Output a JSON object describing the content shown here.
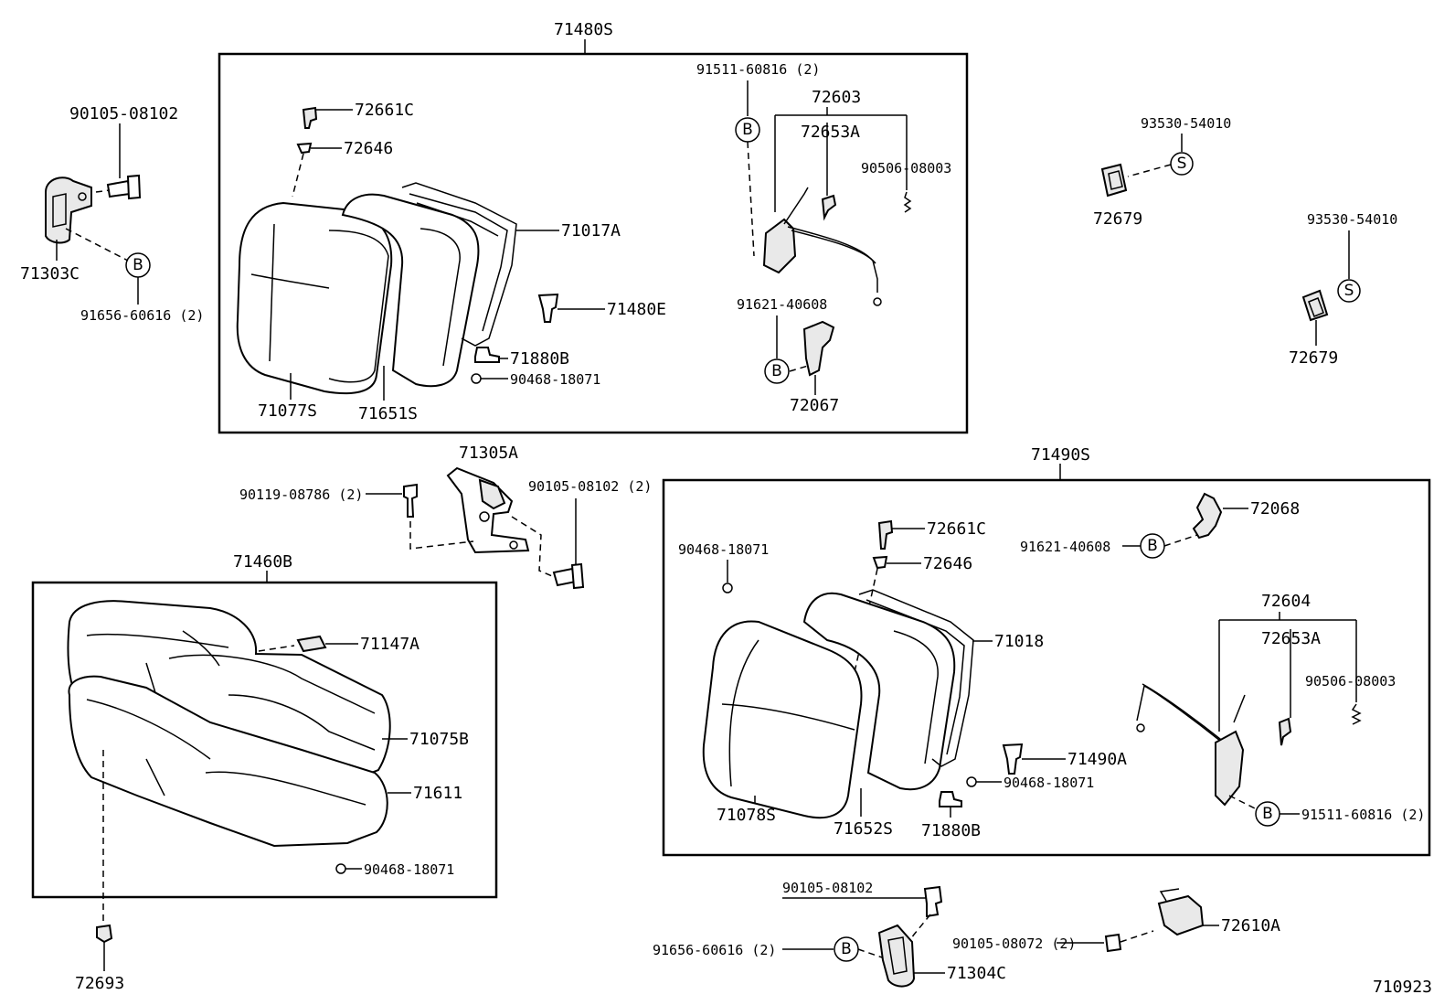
{
  "diagram_id": "710923",
  "groups": {
    "g71480S": "71480S",
    "g71490S": "71490S",
    "g71460B": "71460B"
  },
  "labels": {
    "p90105_08102_a": "90105-08102",
    "p71303C": "71303C",
    "p91656_60616_a": "91656-60616 (2)",
    "p72661C_a": "72661C",
    "p72646_a": "72646",
    "p71017A": "71017A",
    "p71480E": "71480E",
    "p71880B_a": "71880B",
    "p90468_18071_a": "90468-18071",
    "p71077S": "71077S",
    "p71651S": "71651S",
    "p91511_60816_a": "91511-60816 (2)",
    "p72603": "72603",
    "p72653A_a": "72653A",
    "p90506_08003_a": "90506-08003",
    "p91621_40608_a": "91621-40608",
    "p72067": "72067",
    "p93530_54010_a": "93530-54010",
    "p72679_a": "72679",
    "p93530_54010_b": "93530-54010",
    "p72679_b": "72679",
    "p71305A": "71305A",
    "p90119_08786": "90119-08786 (2)",
    "p90105_08102_b": "90105-08102 (2)",
    "p71147A": "71147A",
    "p71075B": "71075B",
    "p71611": "71611",
    "p90468_18071_b": "90468-18071",
    "p72693": "72693",
    "p72068": "72068",
    "p91621_40608_b": "91621-40608",
    "p90468_18071_c": "90468-18071",
    "p72661C_b": "72661C",
    "p72646_b": "72646",
    "p71018": "71018",
    "p72604": "72604",
    "p72653A_b": "72653A",
    "p90506_08003_b": "90506-08003",
    "p71490A": "71490A",
    "p90468_18071_d": "90468-18071",
    "p71078S": "71078S",
    "p71652S": "71652S",
    "p71880B_b": "71880B",
    "p91511_60816_b": "91511-60816 (2)",
    "p90105_08102_c": "90105-08102",
    "p91656_60616_b": "91656-60616 (2)",
    "p71304C": "71304C",
    "p90105_08072": "90105-08072 (2)",
    "p72610A": "72610A"
  },
  "callouts": {
    "b": "B",
    "s": "S"
  }
}
